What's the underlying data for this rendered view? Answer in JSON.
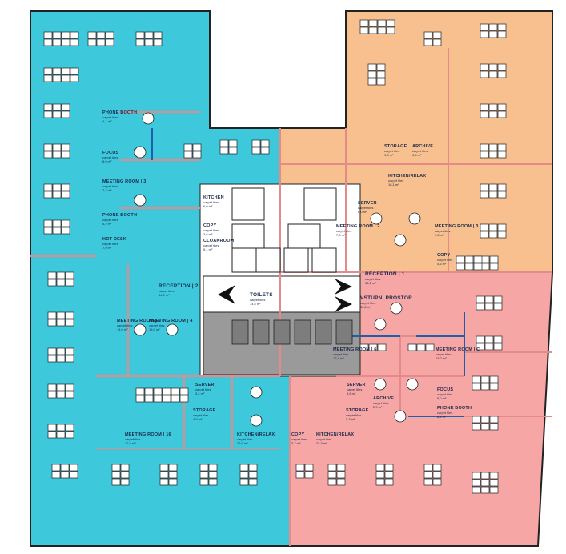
{
  "colors": {
    "zone_blue": "#3dc8dc",
    "zone_orange": "#f7c08e",
    "zone_pink": "#f7a6a6",
    "core": "#ffffff",
    "toilet_gray": "#9a9a9a",
    "wall": "#222222",
    "partition": "#e58a8a",
    "glass": "#1f5fa8"
  },
  "carpet_label": "carpet tiles",
  "rooms": [
    {
      "name": "PHONE BOOTH",
      "area": "4,1 m²"
    },
    {
      "name": "FOCUS",
      "area": "8,0 m²"
    },
    {
      "name": "MEETING ROOM | 3",
      "area": "7,2 m²"
    },
    {
      "name": "PHONE BOOTH",
      "area": "4,2 m²"
    },
    {
      "name": "HOT DESK",
      "area": "7,0 m²"
    },
    {
      "name": "KITCHEN",
      "area": "6,0 m²"
    },
    {
      "name": "COPY",
      "area": "3,6 m²"
    },
    {
      "name": "CLOAKROOM",
      "area": "5,1 m²"
    },
    {
      "name": "MEETING ROOM | 2",
      "area": "7,0 m²"
    },
    {
      "name": "TOILETS",
      "area": "74,5 m²"
    },
    {
      "name": "RECEPTION | 2",
      "area": "84,0 m²"
    },
    {
      "name": "MEETING ROOM | 5",
      "area": "14,0 m²"
    },
    {
      "name": "MEETING ROOM | 4",
      "area": "15,0 m²"
    },
    {
      "name": "SERVER",
      "area": "3,4 m²"
    },
    {
      "name": "STORAGE",
      "area": "4,9 m²"
    },
    {
      "name": "MEETING ROOM | 16",
      "area": "37,8 m²"
    },
    {
      "name": "KITCHEN/RELAX",
      "area": "22,9 m²"
    },
    {
      "name": "COPY",
      "area": "3,7 m²"
    },
    {
      "name": "KITCHEN/RELAX",
      "area": "22,3 m²"
    },
    {
      "name": "STORAGE",
      "area": "9,3 m²"
    },
    {
      "name": "ARCHIVE",
      "area": "9,5 m²"
    },
    {
      "name": "KITCHEN/RELAX",
      "area": "18,1 m²"
    },
    {
      "name": "SERVER",
      "area": "8,0 m²"
    },
    {
      "name": "MEETING ROOM | 3",
      "area": "7,5 m²"
    },
    {
      "name": "COPY",
      "area": "4,6 m²"
    },
    {
      "name": "RECEPTION | 1",
      "area": "36,1 m²"
    },
    {
      "name": "VSTUPNÍ PROSTOR",
      "area": "32,2 m²"
    },
    {
      "name": "MEETING ROOM | 6",
      "area": "12,4 m²"
    },
    {
      "name": "MEETING ROOM | C",
      "area": "13,2 m²"
    },
    {
      "name": "SERVER",
      "area": "5,6 m²"
    },
    {
      "name": "ARCHIVE",
      "area": "2,9 m²"
    },
    {
      "name": "STORAGE",
      "area": "5,3 m²"
    },
    {
      "name": "FOCUS",
      "area": "8,0 m²"
    },
    {
      "name": "PHONE BOOTH",
      "area": "8,4 m²"
    }
  ]
}
